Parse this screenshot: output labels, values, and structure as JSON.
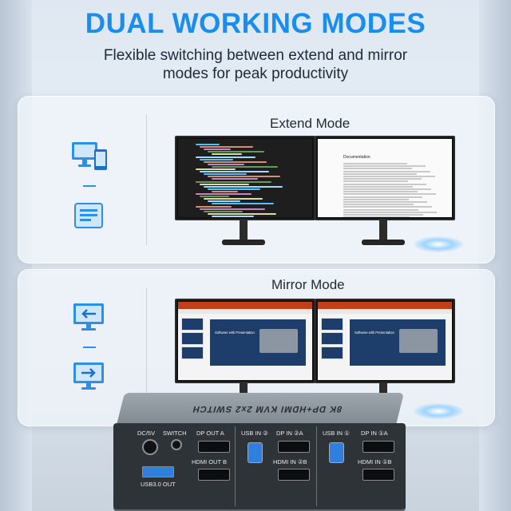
{
  "headline": "DUAL WORKING MODES",
  "subtitle_line1": "Flexible switching between extend and mirror",
  "subtitle_line2": "modes for peak productivity",
  "modes": {
    "extend_label": "Extend Mode",
    "mirror_label": "Mirror Mode"
  },
  "extend_screens": {
    "right_doc_title": "Documentation"
  },
  "mirror_screens": {
    "slide_text_left": "Software with Presentation",
    "slide_text_right": "Software with Presentation"
  },
  "device": {
    "top_text": "8K DP+HDMI KVM 2x2 SWITCH",
    "ports": {
      "dc": "DC/5V",
      "switch": "SWITCH",
      "dp_out_a": "DP OUT A",
      "hdmi_out_b": "HDMI OUT B",
      "usb3_out": "USB3.0 OUT",
      "usb_in_2": "USB IN ②",
      "dp_in_2a": "DP IN ②A",
      "hdmi_in_2b": "HDMI IN ②B",
      "usb_in_1": "USB IN ①",
      "dp_in_1a": "DP IN ①A",
      "hdmi_in_1b": "HDMI IN ①B"
    }
  },
  "colors": {
    "accent": "#1a8ef0",
    "icon_blue": "#2e8fe6",
    "usb_blue": "#2f7fe0"
  },
  "icons": [
    "desktop-and-phone-icon",
    "document-list-icon",
    "monitor-arrow-left-icon",
    "monitor-arrow-right-icon"
  ]
}
